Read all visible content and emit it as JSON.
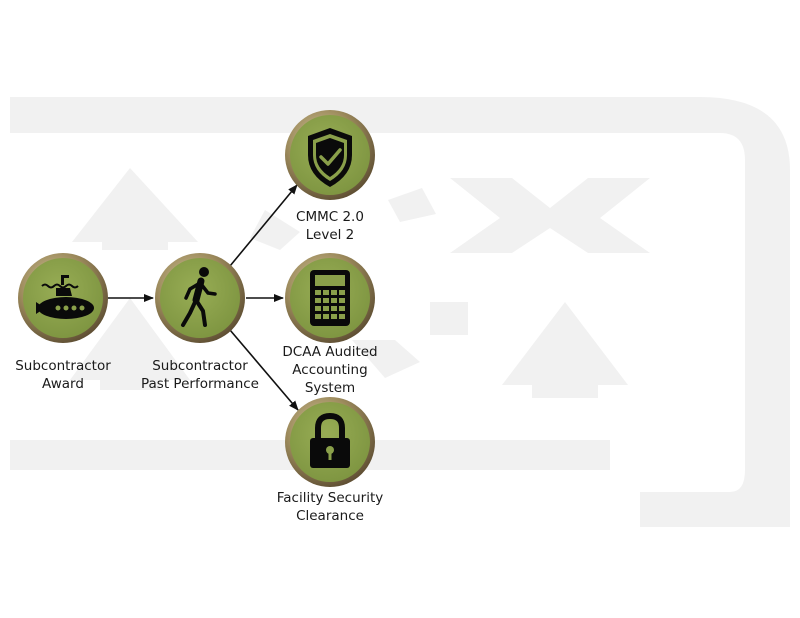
{
  "colors": {
    "node_fill": "#8aa04a",
    "node_ring": "#6b5a3a",
    "node_ring_light": "#b8a878",
    "watermark": "#f1f1f1",
    "arrow": "#111111",
    "icon": "#0a0a0a"
  },
  "nodes": {
    "award": {
      "label": "Subcontractor\nAward",
      "icon": "submarine-icon"
    },
    "past_performance": {
      "label": "Subcontractor\nPast Performance",
      "icon": "walking-person-icon"
    },
    "cmmc": {
      "label": "CMMC 2.0\nLevel 2",
      "icon": "shield-check-icon"
    },
    "dcaa": {
      "label": "DCAA Audited\nAccounting\nSystem",
      "icon": "calculator-icon"
    },
    "facility": {
      "label": "Facility Security\nClearance",
      "icon": "padlock-icon"
    }
  }
}
